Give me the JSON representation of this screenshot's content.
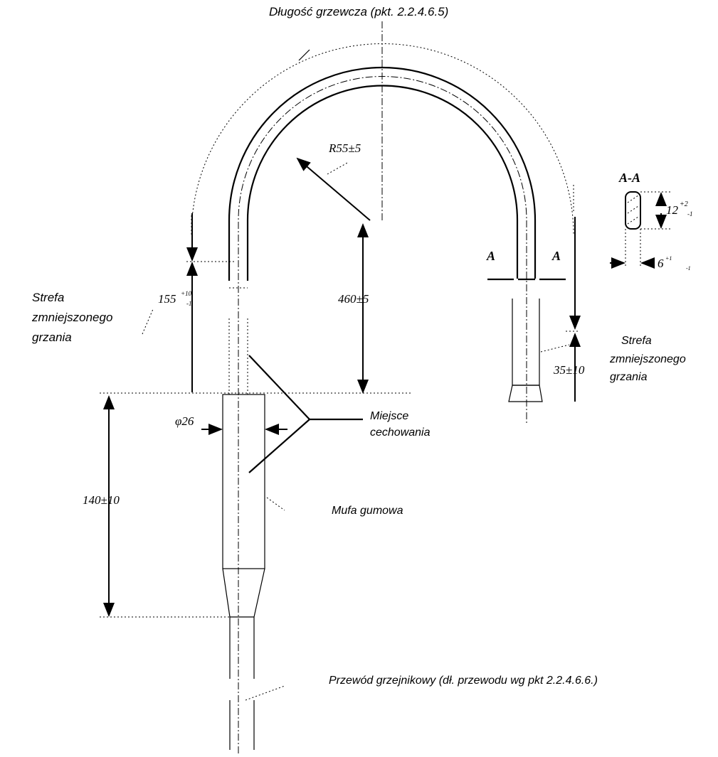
{
  "labels": {
    "heating_length": "Długość grzewcza (pkt. 2.2.4.6.5)",
    "radius": "R55±5",
    "dim_460": "460±5",
    "dim_155": "155",
    "dim_155_tol_upper": "+10",
    "dim_155_tol_lower": "-1",
    "reduced_heating_left": [
      "Strefa",
      "zmniejszonego",
      "grzania"
    ],
    "reduced_heating_right": [
      "Strefa",
      "zmniejszonego",
      "grzania"
    ],
    "diameter": "φ26",
    "marking_place": [
      "Miejsce",
      "cechowania"
    ],
    "rubber_sleeve": "Mufa gumowa",
    "dim_140": "140±10",
    "heating_wire": "Przewód grzejnikowy (dł. przewodu wg pkt 2.2.4.6.6.)",
    "section_mark_left": "A",
    "section_mark_right": "A",
    "section_title": "A-A",
    "dim_12": "12",
    "dim_12_tol_upper": "+2",
    "dim_12_tol_lower": "-1",
    "dim_6": "6",
    "dim_6_tol_upper": "+1",
    "dim_6_tol_lower": "-1",
    "dim_35": "35±10"
  }
}
